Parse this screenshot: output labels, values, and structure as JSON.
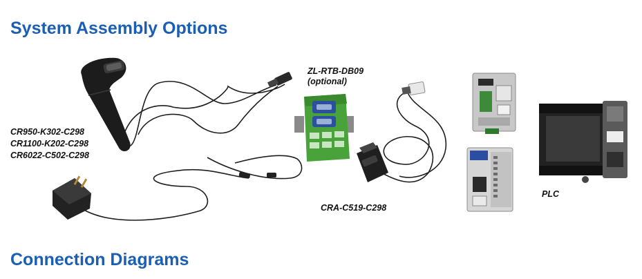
{
  "headings": {
    "system_assembly": "System Assembly Options",
    "connection_diagrams": "Connection Diagrams"
  },
  "labels": {
    "scanner_models": [
      "CR950-K302-C298",
      "CR1100-K202-C298",
      "CR6022-C502-C298"
    ],
    "terminal_block": "ZL-RTB-DB09",
    "terminal_block_note": "(optional)",
    "cable": "CRA-C519-C298",
    "plc": "PLC"
  },
  "colors": {
    "heading": "#1a5fb4",
    "label": "#111111",
    "device_black": "#1c1c1c",
    "terminal_green": "#4aa33a",
    "db9_blue": "#2c4f9e",
    "module_gray": "#c8c8c8"
  },
  "icons": [
    "barcode-scanner-icon",
    "power-adapter-icon",
    "db9-terminal-block-icon",
    "db9-cable-connector-icon",
    "rj45-connector-icon",
    "click-plc-small-icon",
    "click-plc-cpu-icon",
    "plc-unit-icon"
  ]
}
